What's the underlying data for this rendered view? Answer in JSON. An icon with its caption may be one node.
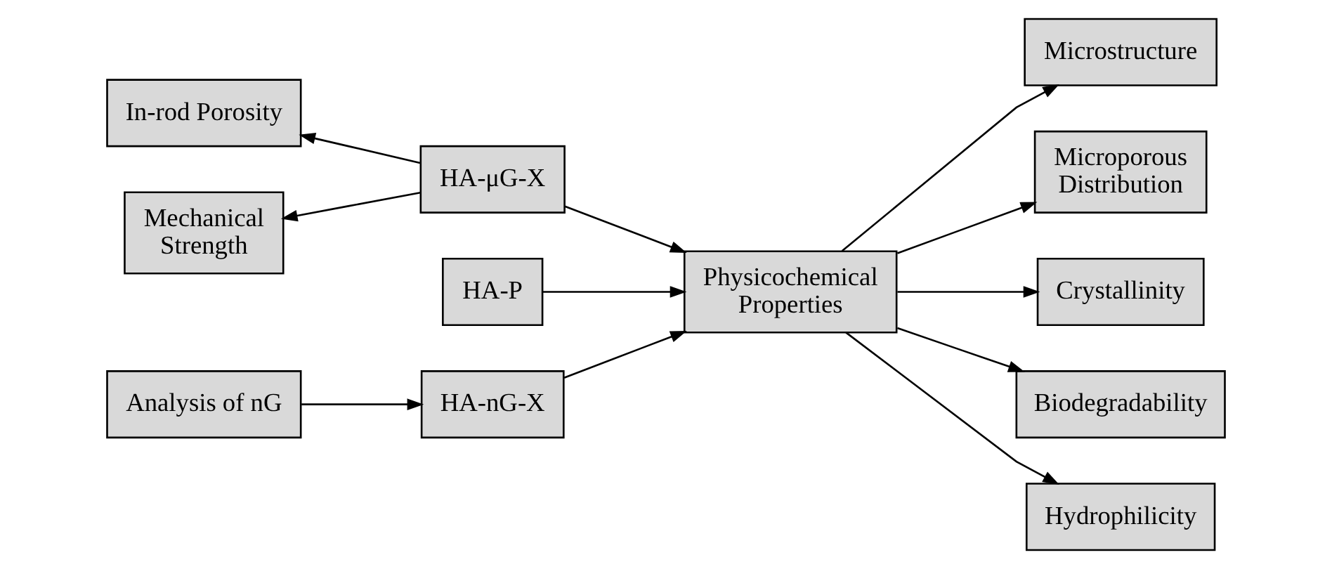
{
  "diagram": {
    "nodes": [
      {
        "text": [
          "In-rod Porosity"
        ]
      },
      {
        "text": [
          "Mechanical Strength"
        ]
      },
      {
        "text": [
          "HA-μG-X"
        ]
      },
      {
        "text": [
          "HA-P"
        ]
      },
      {
        "text": [
          "Analysis of nG"
        ]
      },
      {
        "text": [
          "HA-nG-X"
        ]
      },
      {
        "text": [
          "Physicochemical Properties"
        ]
      },
      {
        "text": [
          "Microstructure"
        ]
      },
      {
        "text": [
          "Microporous Distribution"
        ]
      },
      {
        "text": [
          "Crystallinity"
        ]
      },
      {
        "text": [
          "Biodegradability"
        ]
      },
      {
        "text": [
          "Hydrophilicity"
        ]
      }
    ],
    "edges": [
      {
        "from": 2,
        "to": 0,
        "arrow": "to"
      },
      {
        "from": 2,
        "to": 1,
        "arrow": "to"
      },
      {
        "from": 2,
        "to": 6,
        "arrow": "to"
      },
      {
        "from": 3,
        "to": 6,
        "arrow": "to"
      },
      {
        "from": 4,
        "to": 5,
        "arrow": "to"
      },
      {
        "from": 5,
        "to": 6,
        "arrow": "to"
      },
      {
        "from": 6,
        "to": 7,
        "arrow": "to"
      },
      {
        "from": 6,
        "to": 8,
        "arrow": "to"
      },
      {
        "from": 6,
        "to": 9,
        "arrow": "to"
      },
      {
        "from": 6,
        "to": 10,
        "arrow": "to"
      },
      {
        "from": 6,
        "to": 11,
        "arrow": "to"
      }
    ]
  }
}
